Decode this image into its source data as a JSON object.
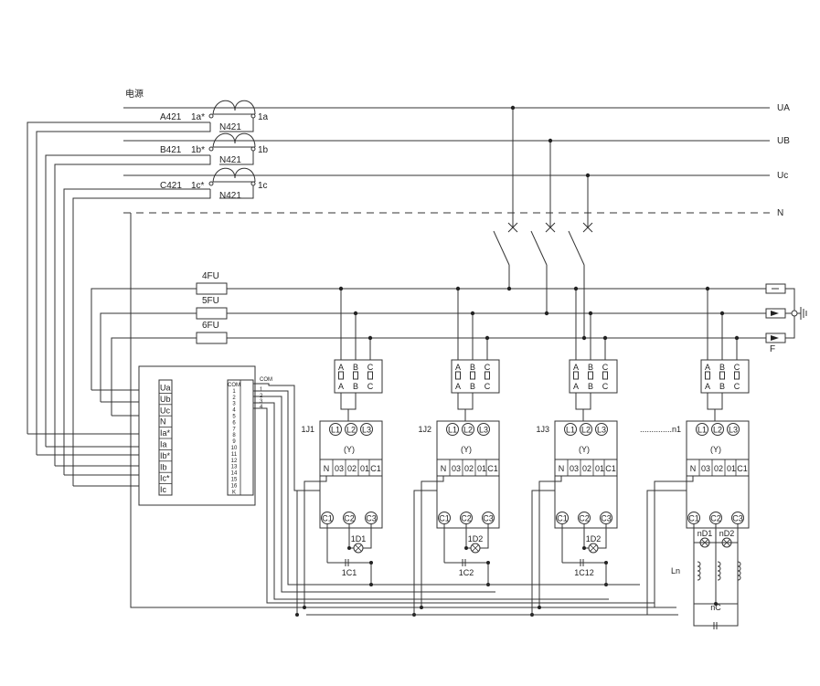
{
  "power_label": "电源",
  "bus": [
    {
      "label": "UA"
    },
    {
      "label": "UB"
    },
    {
      "label": "Uc"
    },
    {
      "label": "N"
    }
  ],
  "ct_rows": [
    {
      "left": "A421",
      "star": "1a*",
      "n": "N421",
      "term": "1a"
    },
    {
      "left": "B421",
      "star": "1b*",
      "n": "N421",
      "term": "1b"
    },
    {
      "left": "C421",
      "star": "1c*",
      "n": "N421",
      "term": "1c"
    }
  ],
  "fuses": [
    "4FU",
    "5FU",
    "6FU"
  ],
  "f_label": "F",
  "meter": {
    "inputs": [
      "Ua",
      "Ub",
      "Uc",
      "N",
      "Ia*",
      "Ia",
      "Ib*",
      "Ib",
      "Ic*",
      "Ic"
    ],
    "com_label": "COM",
    "pins": [
      "COM",
      "1",
      "2",
      "3",
      "4",
      "5",
      "6",
      "7",
      "8",
      "9",
      "10",
      "11",
      "12",
      "13",
      "14",
      "15",
      "16",
      "K"
    ],
    "out_labels": [
      "1",
      "2",
      "3",
      "4"
    ]
  },
  "breaker_labels": [
    "A",
    "B",
    "C"
  ],
  "modules": [
    {
      "name": "1J1",
      "lamp": "1D1",
      "cap": "1C1"
    },
    {
      "name": "1J2",
      "lamp": "1D2",
      "cap": "1C2"
    },
    {
      "name": "1J3",
      "lamp": "1D2",
      "cap": "1C12"
    },
    {
      "name": "..............n1",
      "lamp": "nD1",
      "lamp2": "nD2",
      "cap": "nC",
      "coil": "Ln"
    }
  ],
  "module_top": [
    "L1",
    "L2",
    "L3"
  ],
  "module_mid": "(Y)",
  "module_row": [
    "N",
    "03",
    "02",
    "01",
    "C1"
  ],
  "module_bottom": [
    "C1",
    "C2",
    "C3"
  ]
}
